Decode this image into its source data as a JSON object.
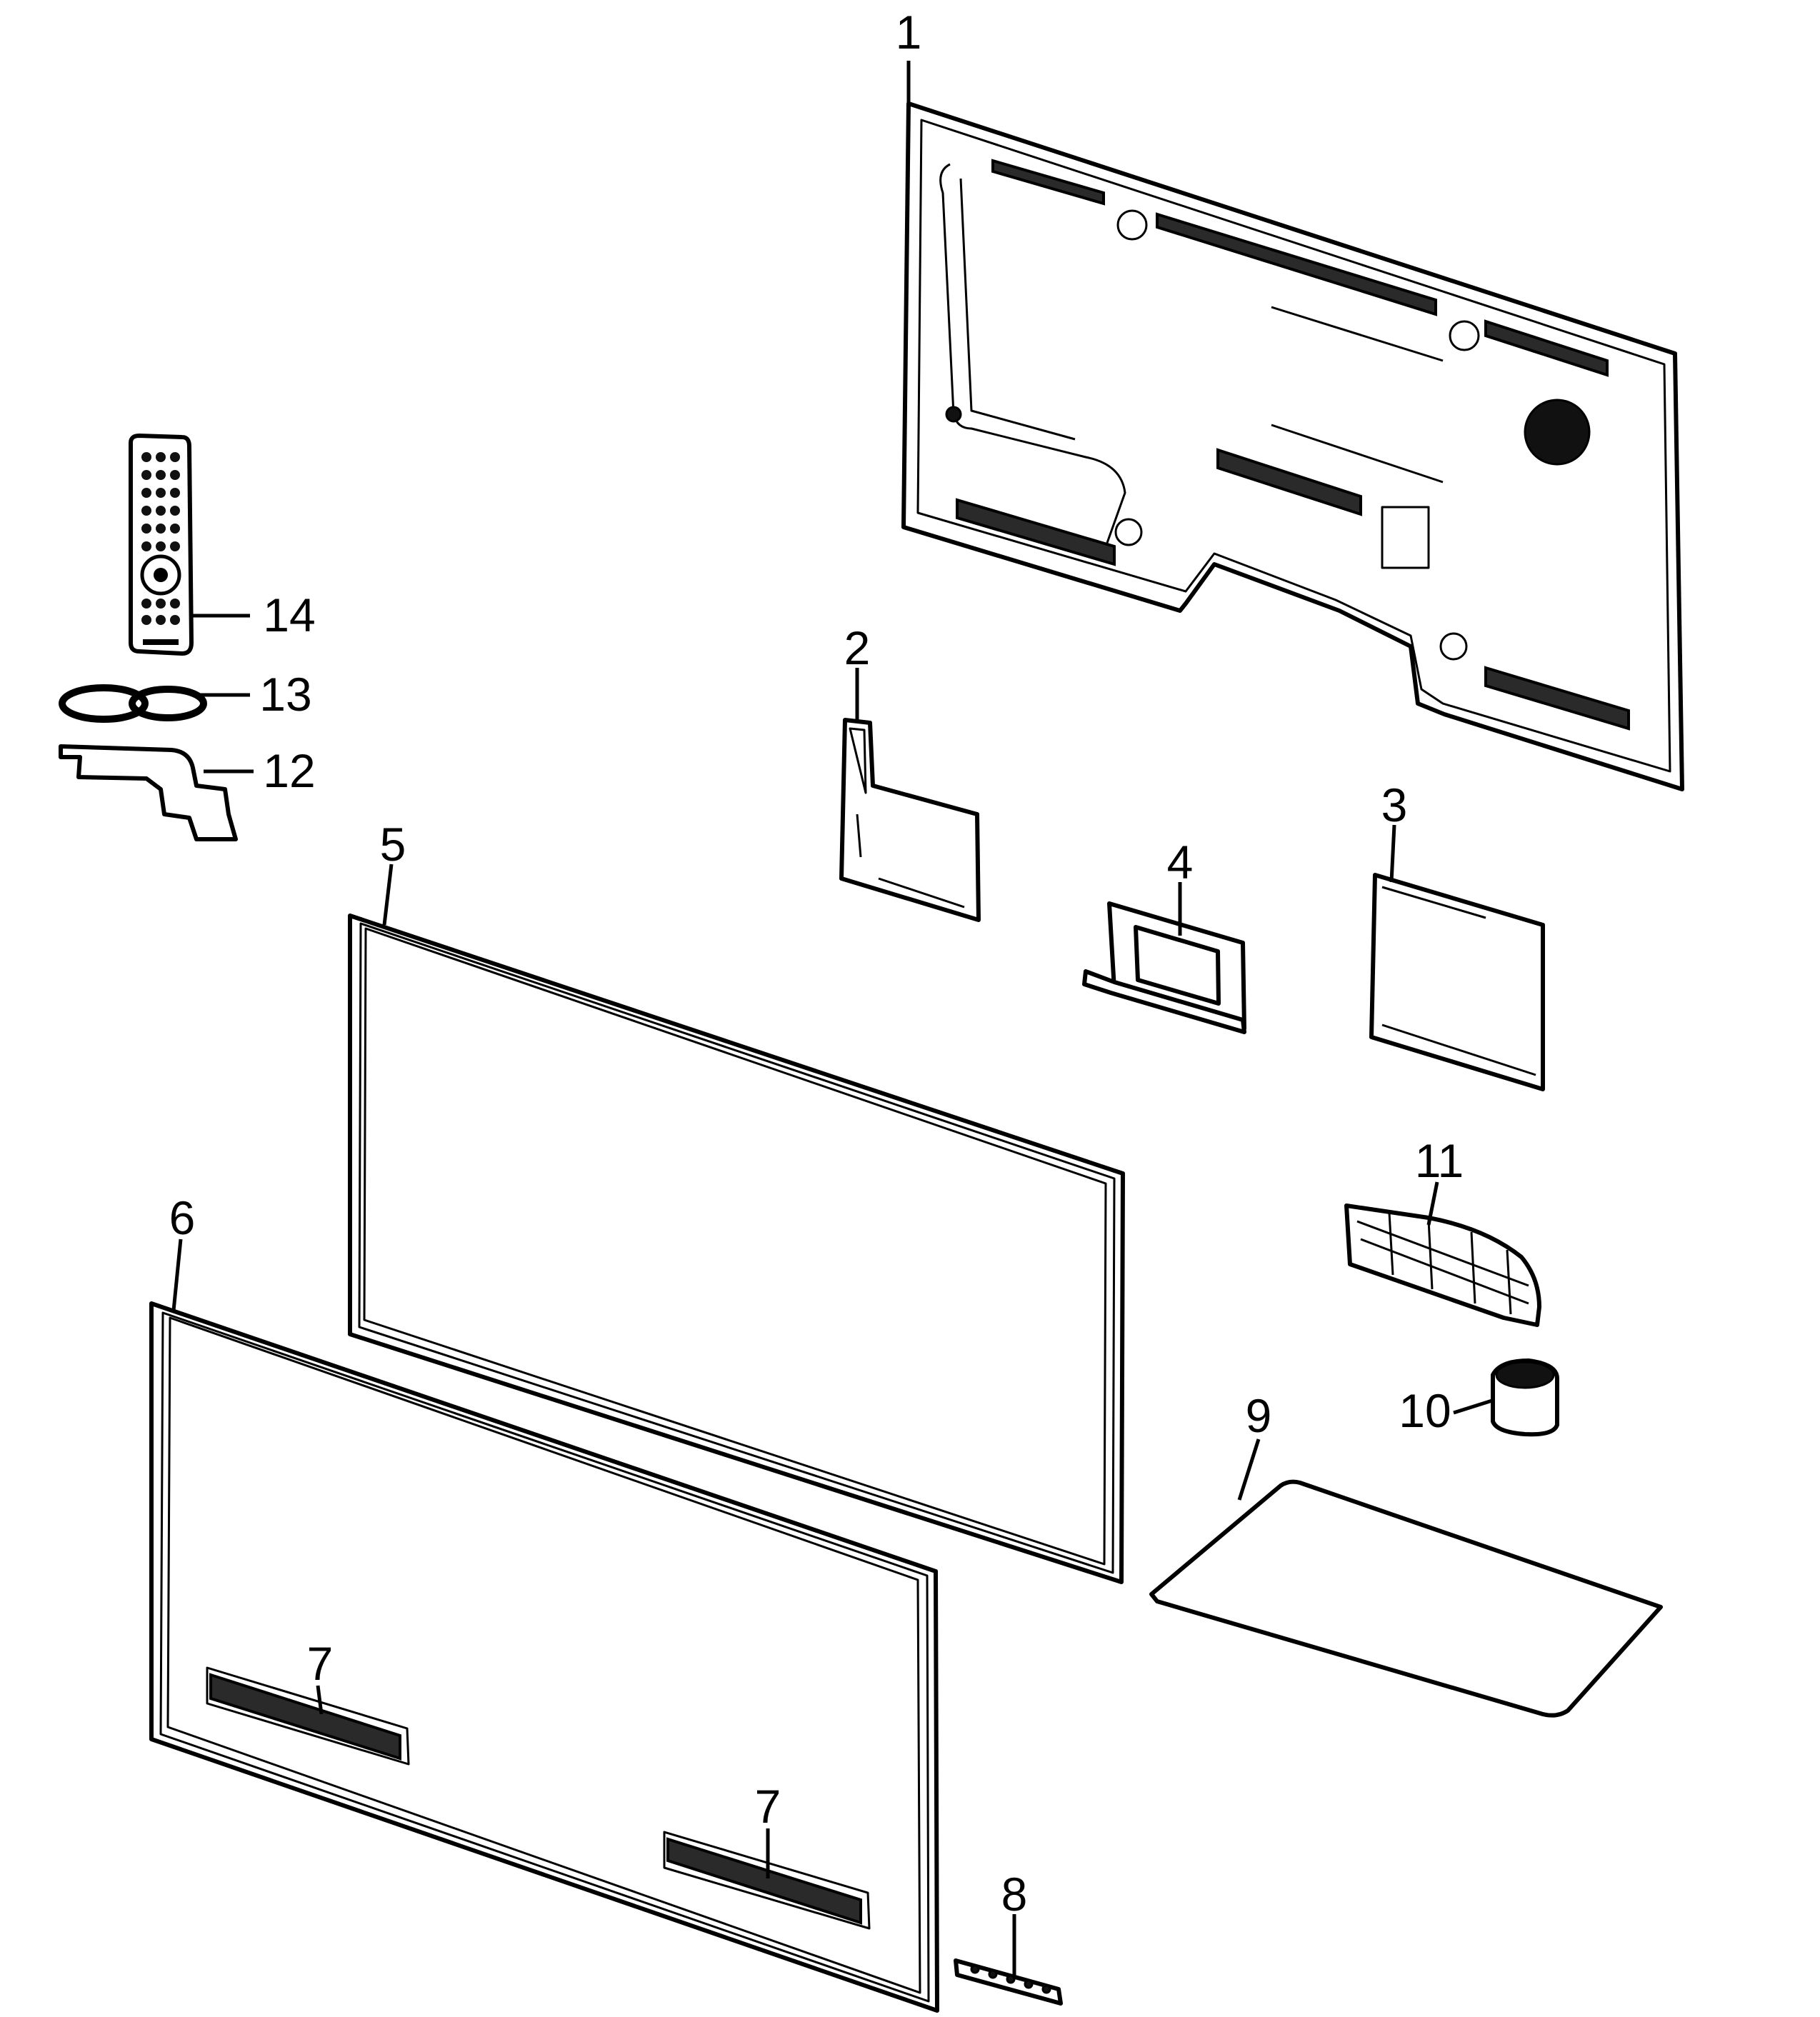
{
  "diagram": {
    "callouts": [
      {
        "id": "1",
        "label": "1"
      },
      {
        "id": "2",
        "label": "2"
      },
      {
        "id": "3",
        "label": "3"
      },
      {
        "id": "4",
        "label": "4"
      },
      {
        "id": "5",
        "label": "5"
      },
      {
        "id": "6",
        "label": "6"
      },
      {
        "id": "7a",
        "label": "7"
      },
      {
        "id": "7b",
        "label": "7"
      },
      {
        "id": "8",
        "label": "8"
      },
      {
        "id": "9",
        "label": "9"
      },
      {
        "id": "10",
        "label": "10"
      },
      {
        "id": "11",
        "label": "11"
      },
      {
        "id": "12",
        "label": "12"
      },
      {
        "id": "13",
        "label": "13"
      },
      {
        "id": "14",
        "label": "14"
      }
    ]
  }
}
